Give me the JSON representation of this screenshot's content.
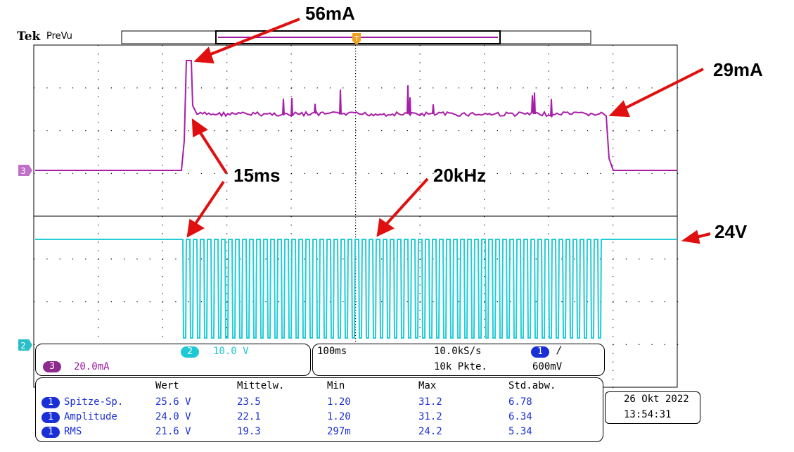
{
  "header": {
    "brand": "Tek",
    "mode": "PreVu",
    "trigger_marker": "T"
  },
  "channels": {
    "ch3": {
      "marker": "3",
      "color": "#a81da8"
    },
    "ch2": {
      "marker": "2",
      "color": "#1ec8d4"
    }
  },
  "annotations": {
    "peak_current": "56mA",
    "steady_current": "29mA",
    "duration": "15ms",
    "frequency": "20kHz",
    "voltage": "24V"
  },
  "scale_panel": {
    "ch2_badge": "2",
    "ch2_scale": "10.0 V",
    "ch3_badge": "3",
    "ch3_scale": "20.0mA",
    "timebase": "100ms",
    "sample_rate": "10.0kS/s",
    "record_length": "10k Pkte.",
    "trigger_badge": "1",
    "trigger_slope": "/",
    "trigger_level": "600mV"
  },
  "measurements": {
    "headers": [
      "Wert",
      "Mittelw.",
      "Min",
      "Max",
      "Std.abw."
    ],
    "rows": [
      {
        "badge": "1",
        "name": "Spitze-Sp.",
        "values": [
          "25.6 V",
          "23.5",
          "1.20",
          "31.2",
          "6.78"
        ]
      },
      {
        "badge": "1",
        "name": "Amplitude",
        "values": [
          "24.0 V",
          "22.1",
          "1.20",
          "31.2",
          "6.34"
        ]
      },
      {
        "badge": "1",
        "name": "RMS",
        "values": [
          "21.6 V",
          "19.3",
          "297m",
          "24.2",
          "5.34"
        ]
      }
    ]
  },
  "datetime": {
    "date": "26 Okt  2022",
    "time": "13:54:31"
  }
}
